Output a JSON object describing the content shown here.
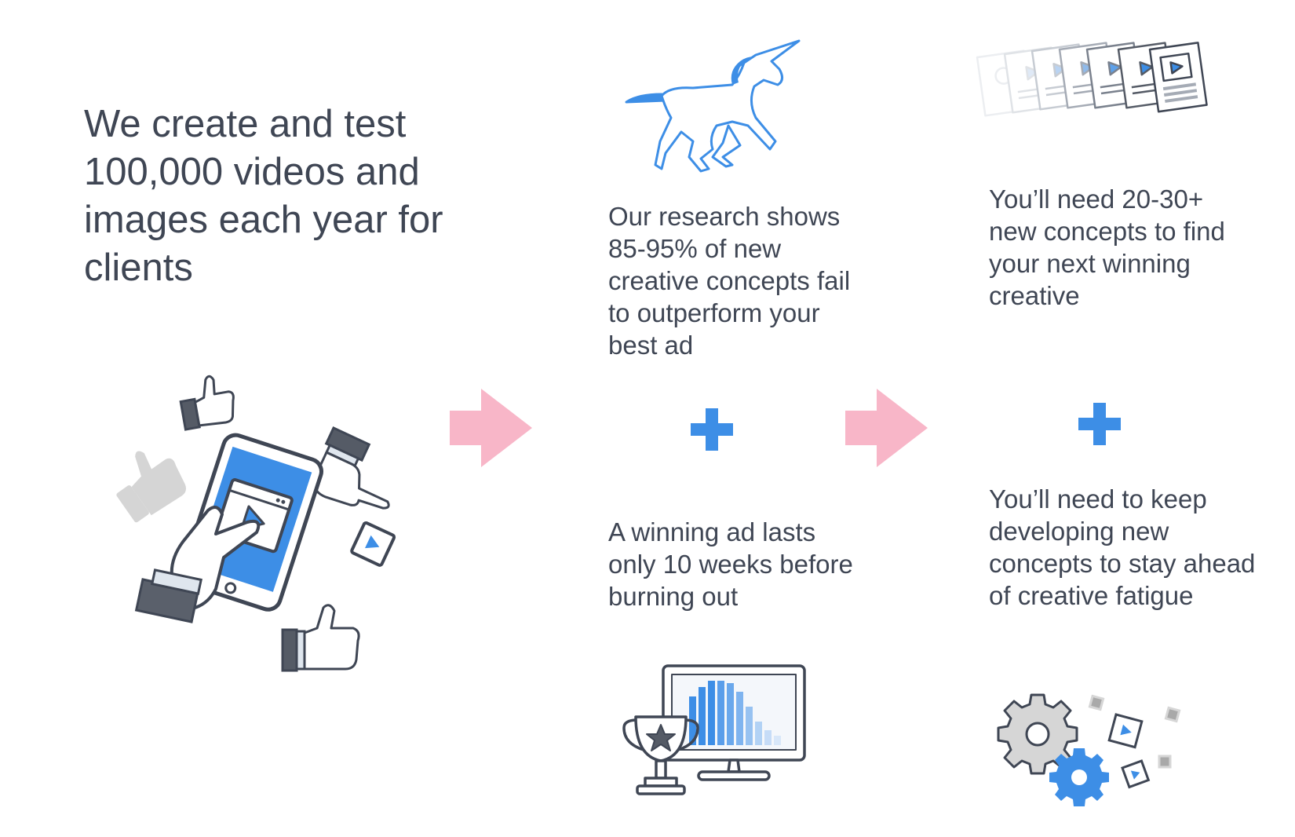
{
  "headline": "We create and test 100,000 videos and images each year for clients",
  "steps": {
    "research": "Our research shows 85-95% of new creative concepts fail to outperform your best ad",
    "need_concepts": "You’ll need 20-30+ new concepts to find your next winning creative",
    "winning_ad": "A winning ad lasts only 10 weeks before burning out",
    "keep_developing": "You’ll need to keep developing new concepts to stay ahead of creative fatigue"
  },
  "icons": {
    "hero": "tablet-with-likes-illustration",
    "unicorn": "unicorn-icon",
    "documents": "stacked-documents-icon",
    "trophy_monitor": "trophy-and-monitor-chart-icon",
    "gears": "gears-icon",
    "arrow": "arrow-right-icon",
    "plus": "plus-icon"
  },
  "colors": {
    "accent_blue": "#3d8ee6",
    "arrow_pink": "#f8b6c8",
    "text": "#3f4654",
    "outline": "#3f4654",
    "muted_gray": "#c9c9c9"
  }
}
